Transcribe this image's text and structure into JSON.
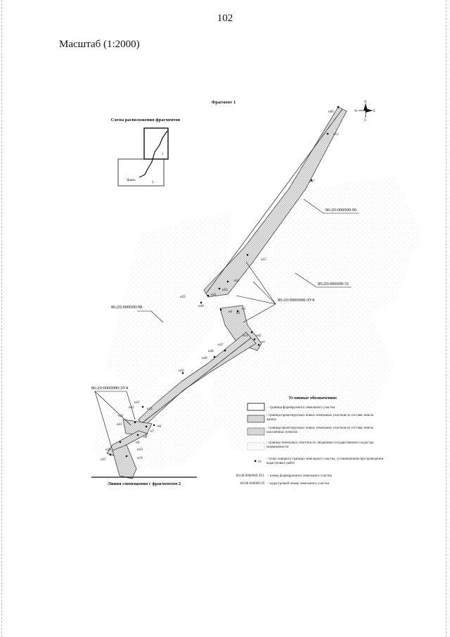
{
  "page": {
    "number": "102",
    "scale": "Масштаб (1:2000)"
  },
  "map": {
    "fragment_title": "Фрагмент 1",
    "inset_title": "Схема расположения фрагментов",
    "inset_fragment_1": "1",
    "inset_fragment_2": "2",
    "inset_settlement": "Яшма",
    "compass": {
      "n": "N",
      "s": "S",
      "w": "W",
      "e": "E"
    },
    "parcels": {
      "p96": "86:20:000000:96",
      "p31": "86:20:000000:31",
      "p98": "86:20:000000:98",
      "zu4_right": "86:20:0000000:ЗУ4",
      "zu4_left": "86:20:0000000:ЗУ4"
    },
    "points": {
      "n60": "н60",
      "n53": "н53",
      "n57": "н57",
      "n55": "н55",
      "n59": "н59",
      "n40": "н40",
      "n41": "н41",
      "n54": "н54",
      "n52": "н52",
      "n1": "н1",
      "n2": "н2",
      "n3": "н3",
      "n4": "н4",
      "n14": "н14",
      "n42": "н42",
      "n47": "н47",
      "n48": "н48",
      "n49": "н49",
      "n50": "н50",
      "n31": "н31",
      "n32": "н32",
      "n21": "н21",
      "n22": "н22",
      "n23": "н23",
      "n25": "н25",
      "n26": "н26",
      "n19": "н19",
      "n10": "н10",
      "n9": "н9",
      "n8": "н8",
      "n7": "н7",
      "n6": "н6"
    },
    "combine_line": "Линия совмещения с фрагментом 2"
  },
  "legend": {
    "title": "Условные обозначения:",
    "items": [
      "- граница формируемого земельного участка",
      "- граница проектируемых новых земельных участков из состава земель запаса",
      "- граница проектируемых новых земельных участков из состава земель населенных пунктов",
      "- граница земельных участков по сведениям государственного кадастра недвижимости",
      "- точка поворота границы земельного участка, установленная при проведении кадастровых работ",
      "- номер формируемого земельного участка",
      "- кадастровый номер земельного участка"
    ],
    "point_sample": "н1",
    "sample_zu": "86:08:0000000:ЗУ1",
    "sample_cad": "86:08:000000:50"
  }
}
